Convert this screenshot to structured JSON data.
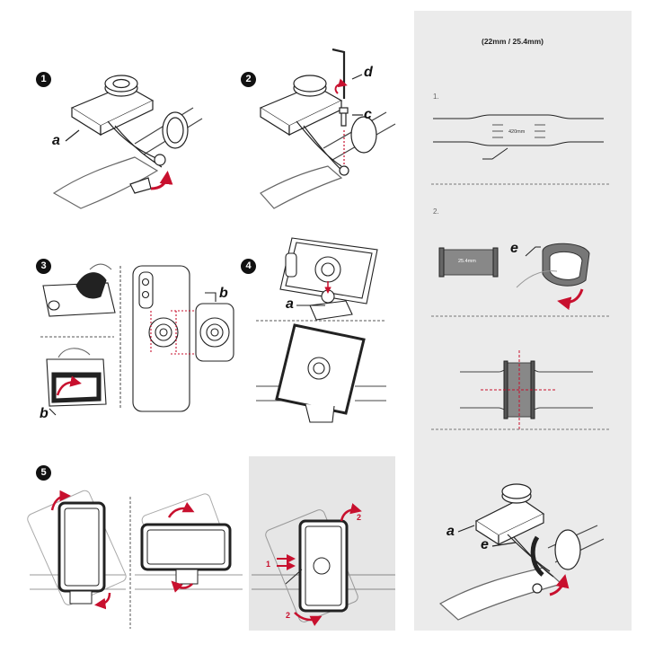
{
  "steps": {
    "s1": "1",
    "s2": "2",
    "s3": "3",
    "s4": "4",
    "s5": "5"
  },
  "labels": {
    "a": "a",
    "b": "b",
    "c": "c",
    "d": "d",
    "e": "e"
  },
  "right_panel": {
    "caption": "(22mm / 25.4mm)",
    "sub1": "1.",
    "sub2": "2.",
    "bar_width": "420mm",
    "shim_text": "25.4mm"
  },
  "step5_arrows": {
    "one": "1",
    "two_top": "2",
    "two_bottom": "2"
  },
  "colors": {
    "accent": "#c8102e",
    "line": "#222222",
    "panel": "#ebebeb"
  }
}
